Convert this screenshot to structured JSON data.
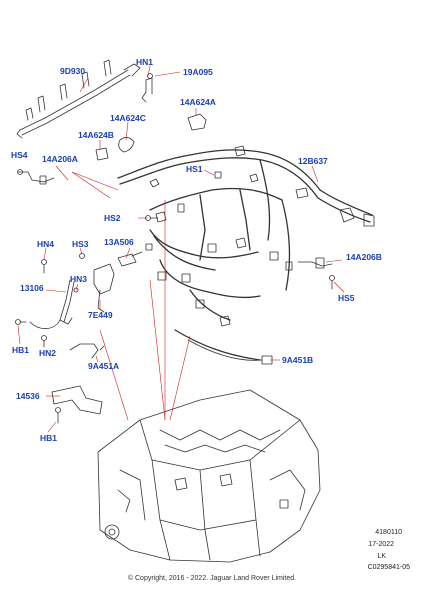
{
  "colors": {
    "callout": "#1a3fb4",
    "leader": "#d42020",
    "drawing": "#333333"
  },
  "callouts": [
    {
      "id": "9D930",
      "text": "9D930"
    },
    {
      "id": "HN1",
      "text": "HN1"
    },
    {
      "id": "19A095",
      "text": "19A095"
    },
    {
      "id": "14A624A",
      "text": "14A624A"
    },
    {
      "id": "14A624C",
      "text": "14A624C"
    },
    {
      "id": "14A624B",
      "text": "14A624B"
    },
    {
      "id": "HS4",
      "text": "HS4"
    },
    {
      "id": "14A206A",
      "text": "14A206A"
    },
    {
      "id": "HS1",
      "text": "HS1"
    },
    {
      "id": "12B637",
      "text": "12B637"
    },
    {
      "id": "HS2",
      "text": "HS2"
    },
    {
      "id": "HN4",
      "text": "HN4"
    },
    {
      "id": "HS3",
      "text": "HS3"
    },
    {
      "id": "13A506",
      "text": "13A506"
    },
    {
      "id": "14A206B",
      "text": "14A206B"
    },
    {
      "id": "HN3",
      "text": "HN3"
    },
    {
      "id": "13106",
      "text": "13106"
    },
    {
      "id": "HS5",
      "text": "HS5"
    },
    {
      "id": "7E449",
      "text": "7E449"
    },
    {
      "id": "HB1a",
      "text": "HB1"
    },
    {
      "id": "HN2",
      "text": "HN2"
    },
    {
      "id": "9A451B",
      "text": "9A451B"
    },
    {
      "id": "9A451A",
      "text": "9A451A"
    },
    {
      "id": "14536",
      "text": "14536"
    },
    {
      "id": "HB1b",
      "text": "HB1"
    }
  ],
  "reference": {
    "number": "4180110",
    "date": "17-2022",
    "initials": "LK",
    "code": "C0295841-05"
  },
  "copyright": "© Copyright, 2016 - 2022. Jaguar Land Rover Limited."
}
